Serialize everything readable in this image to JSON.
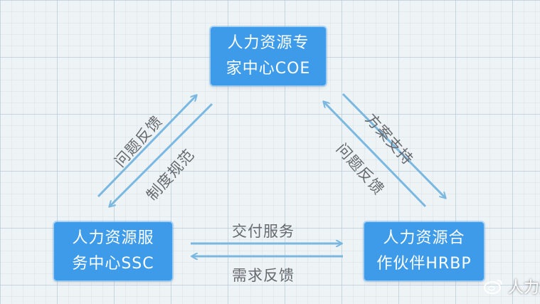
{
  "nodes": {
    "coe": {
      "line1": "人力资源专",
      "line2": "家中心COE"
    },
    "ssc": {
      "line1": "人力资源服",
      "line2": "务中心SSC"
    },
    "hrbp": {
      "line1": "人力资源合",
      "line2": "作伙伴HRBP"
    }
  },
  "edges": {
    "left_upper": "问题反馈",
    "left_lower": "制度规范",
    "right_upper": "方案支持",
    "right_lower": "问题反馈",
    "bottom_upper": "交付服务",
    "bottom_lower": "需求反馈"
  },
  "watermark": {
    "text": "人力资"
  },
  "colors": {
    "node": "#3d9be9",
    "arrow": "#7ab8e0",
    "label": "#666a6e"
  }
}
